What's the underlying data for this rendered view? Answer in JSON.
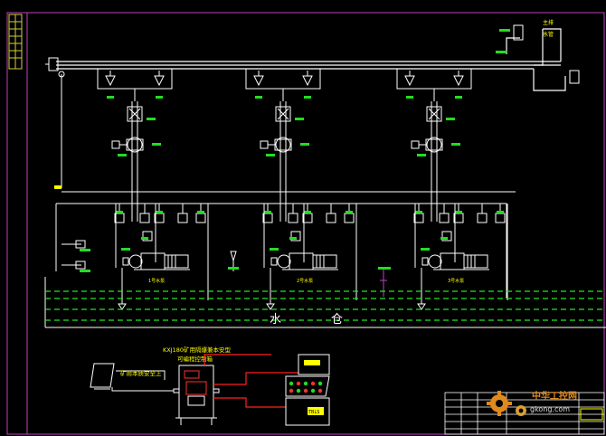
{
  "pumps": [
    {
      "label": "1号水泵"
    },
    {
      "label": "2号水泵"
    },
    {
      "label": "3号水泵"
    }
  ],
  "water_sump": {
    "char1": "水",
    "char2": "仓"
  },
  "main_pipe_labels": [
    "主排",
    "水管"
  ],
  "control_box": {
    "title_line1": "KXJ180矿用隔爆兼本安型",
    "title_line2": "可编程控制箱"
  },
  "monitor": {
    "label": "矿用本质安全上"
  },
  "console": {
    "label": "TBLS"
  },
  "watermark": {
    "site": "中华工控网",
    "url": "gkong.com"
  },
  "colors": {
    "background": "#000000",
    "pipe": "#ffffff",
    "water": "#22e522",
    "tag": "#22dd22",
    "label": "#ffff00",
    "frame": "#ff00ff",
    "cable": "#ff2020",
    "highlight": "#ffff00"
  }
}
